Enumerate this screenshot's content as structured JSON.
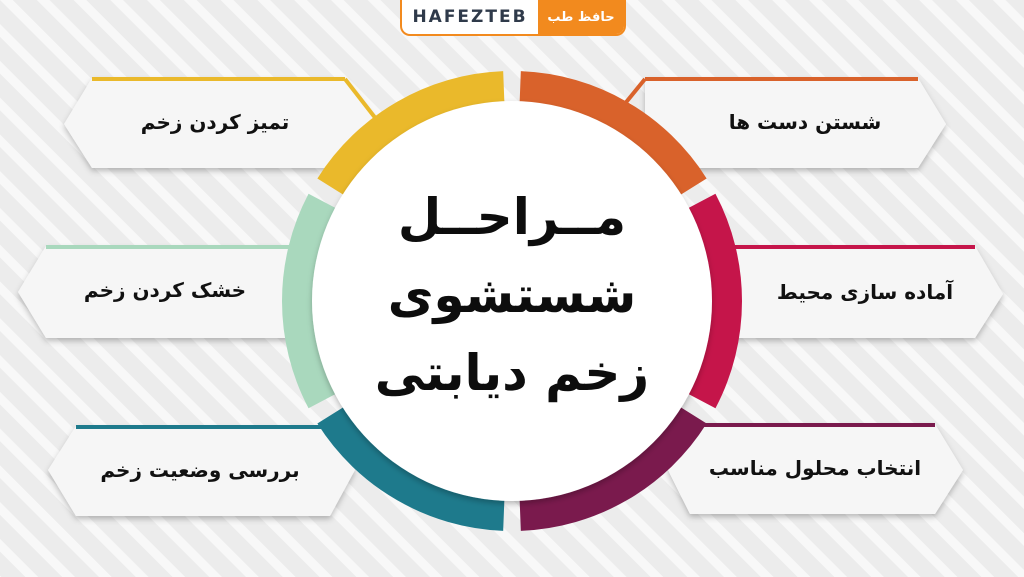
{
  "brand": {
    "name_fa": "حافظ طب",
    "name_en": "HAFEZTEB",
    "color": "#f28a1e"
  },
  "center": {
    "lines": [
      "مــراحــل",
      "شستشوی",
      "زخم دیابتی"
    ]
  },
  "steps": [
    {
      "label": "شستن دست ها",
      "color": "#d9622b"
    },
    {
      "label": "آماده سازی محیط",
      "color": "#c5154a"
    },
    {
      "label": "انتخاب محلول مناسب",
      "color": "#7a1a4d"
    },
    {
      "label": "بررسی وضعیت زخم",
      "color": "#1e7a8c"
    },
    {
      "label": "خشک کردن زخم",
      "color": "#a9d8bd"
    },
    {
      "label": "تمیز کردن زخم",
      "color": "#eab92b"
    }
  ]
}
